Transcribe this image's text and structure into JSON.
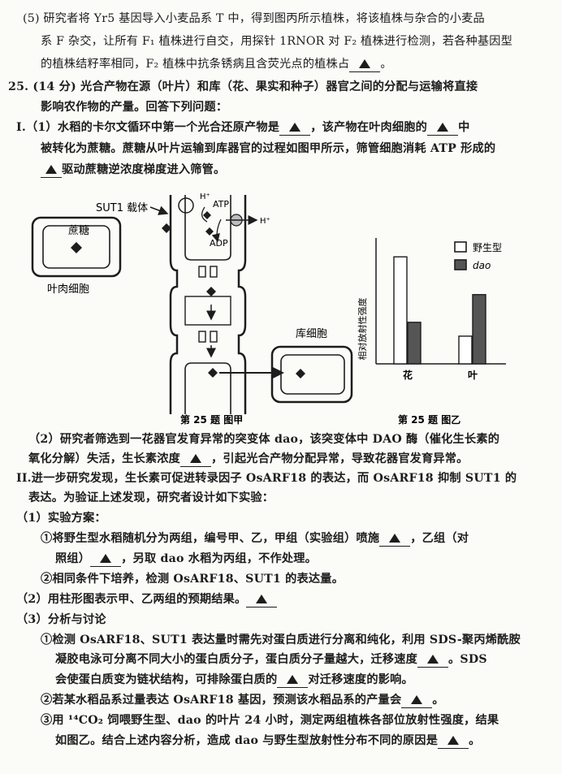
{
  "q24_5": {
    "l1": "(5) 研究者将 Yr5 基因导入小麦品系 T 中，得到图丙所示植株，将该植株与杂合的小麦品",
    "l2": "系 F 杂交，让所有 F₁ 植株进行自交，用探针 1RNOR 对 F₂ 植株进行检测，若各种基因型",
    "l3": "的植株结籽率相同，F₂ 植株中抗条锈病且含荧光点的植株占"
  },
  "q25": {
    "l1": "25. (14 分) 光合产物在源（叶片）和库（花、果实和种子）器官之间的分配与运输将直接",
    "l2": "影响农作物的产量。回答下列问题：",
    "p1_a": "I.（1）水稻的卡尔文循环中第一个光合还原产物是",
    "p1_b": "，该产物在叶肉细胞的",
    "p1_c": "中",
    "p1_l2": "被转化为蔗糖。蔗糖从叶片运输到库器官的过程如图甲所示，筛管细胞消耗 ATP 形成的",
    "p1_l3": "驱动蔗糖逆浓度梯度进入筛管。",
    "p2_l1": "（2）研究者筛选到一花器官发育异常的突变体 dao，该突变体中 DAO 酶（催化生长素的",
    "p2_l2a": "氧化分解）失活，生长素浓度",
    "p2_l2b": "，引起光合产物分配异常，导致花器官发育异常。",
    "ii_l1": "II.进一步研究发现，生长素可促进转录因子 OsARF18 的表达，而 OsARF18 抑制 SUT1 的",
    "ii_l2": "表达。为验证上述发现，研究者设计如下实验：",
    "s1": "（1）实验方案：",
    "s1_1a": "①将野生型水稻随机分为两组，编号甲、乙，甲组（实验组）喷施",
    "s1_1b": "，乙组（对",
    "s1_1c": "照组）",
    "s1_1d": "，另取 dao 水稻为丙组，不作处理。",
    "s1_2": "②相同条件下培养，检测 OsARF18、SUT1 的表达量。",
    "s2": "（2）用柱形图表示甲、乙两组的预期结果。",
    "s3": "（3）分析与讨论",
    "s3_1a": "①检测 OsARF18、SUT1 表达量时需先对蛋白质进行分离和纯化，利用 SDS-聚丙烯酰胺",
    "s3_1b": "凝胶电泳可分离不同大小的蛋白质分子，蛋白质分子量越大，迁移速度",
    "s3_1c": "。SDS",
    "s3_1d": "会使蛋白质变为链状结构，可排除蛋白质的",
    "s3_1e": "对迁移速度的影响。",
    "s3_2a": "②若某水稻品系过量表达 OsARF18 基因，预测该水稻品系的产量会",
    "s3_2b": "。",
    "s3_3a": "③用 ¹⁴CO₂ 饲喂野生型、dao 的叶片 24 小时，测定两组植株各部位放射性强度，结果",
    "s3_3b": "如图乙。结合上述内容分析，造成 dao 与野生型放射性分布不同的原因是",
    "s3_3c": "。"
  },
  "fig_jia": {
    "sut1": "SUT1 载体",
    "sucrose": "蔗糖",
    "mesophyll": "叶肉细胞",
    "hplus_top": "H⁺",
    "atp": "ATP",
    "adp": "ADP",
    "hplus_out": "H⁺",
    "sink_cell": "库细胞",
    "caption": "第 25 题 图甲"
  },
  "fig_yi": {
    "caption": "第 25 题 图乙"
  },
  "chart_data": {
    "type": "bar",
    "ylabel": "相对放射性强度",
    "categories": [
      "花",
      "叶"
    ],
    "series": [
      {
        "name": "野生型",
        "values": [
          85,
          22
        ],
        "color": "#ffffff"
      },
      {
        "name": "dao",
        "values": [
          33,
          55
        ],
        "color": "#555555"
      }
    ],
    "ylim": [
      0,
      100
    ],
    "grid": false,
    "legend": "top-right"
  }
}
